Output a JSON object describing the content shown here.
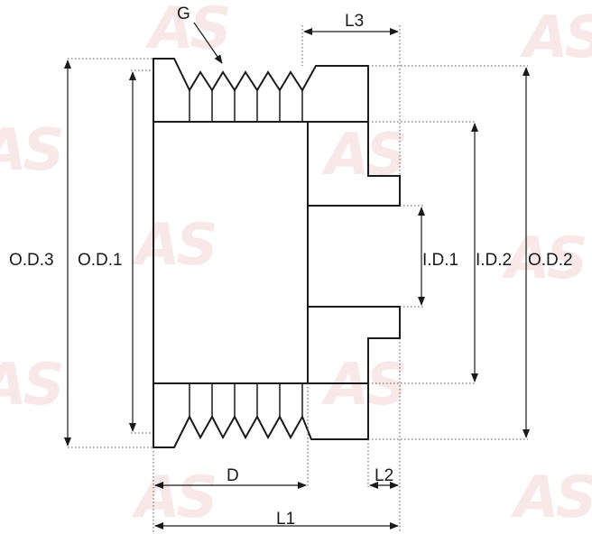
{
  "watermark": {
    "text": "AS",
    "color": "#e29696"
  },
  "labels": {
    "groove": "G",
    "length3": "L3",
    "outer_diameter_3": "O.D.3",
    "outer_diameter_1": "O.D.1",
    "inner_diameter_1": "I.D.1",
    "inner_diameter_2": "I.D.2",
    "outer_diameter_2": "O.D.2",
    "groove_width": "D",
    "length2": "L2",
    "length1": "L1"
  }
}
